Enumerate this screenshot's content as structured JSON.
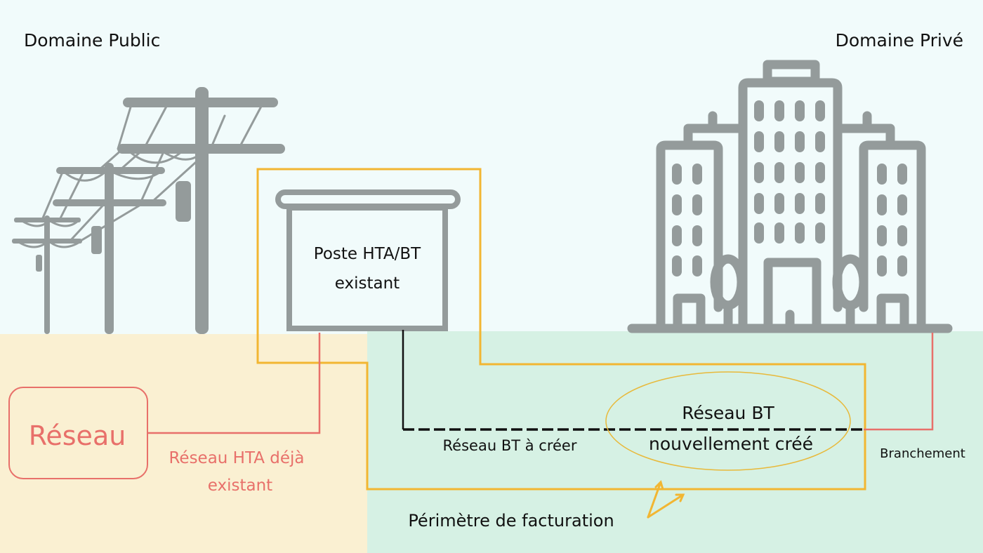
{
  "labels": {
    "public_domain": "Domaine Public",
    "private_domain": "Domaine Privé",
    "substation_line1": "Poste HTA/BT",
    "substation_line2": "existant",
    "network_box": "Réseau",
    "hta_line1": "Réseau HTA déjà",
    "hta_line2": "existant",
    "bt_to_create": "Réseau BT à créer",
    "bt_new_line1": "Réseau BT",
    "bt_new_line2": "nouvellement créé",
    "connection": "Branchement",
    "billing_perimeter": "Périmètre de facturation"
  },
  "colors": {
    "sky": "#f1fbfb",
    "public_ground": "#faf0d2",
    "private_ground": "#d6f1e4",
    "icon_gray": "#949b9b",
    "hta_red": "#e8706a",
    "perimeter_yellow": "#f2b632",
    "bt_black": "#111111"
  }
}
